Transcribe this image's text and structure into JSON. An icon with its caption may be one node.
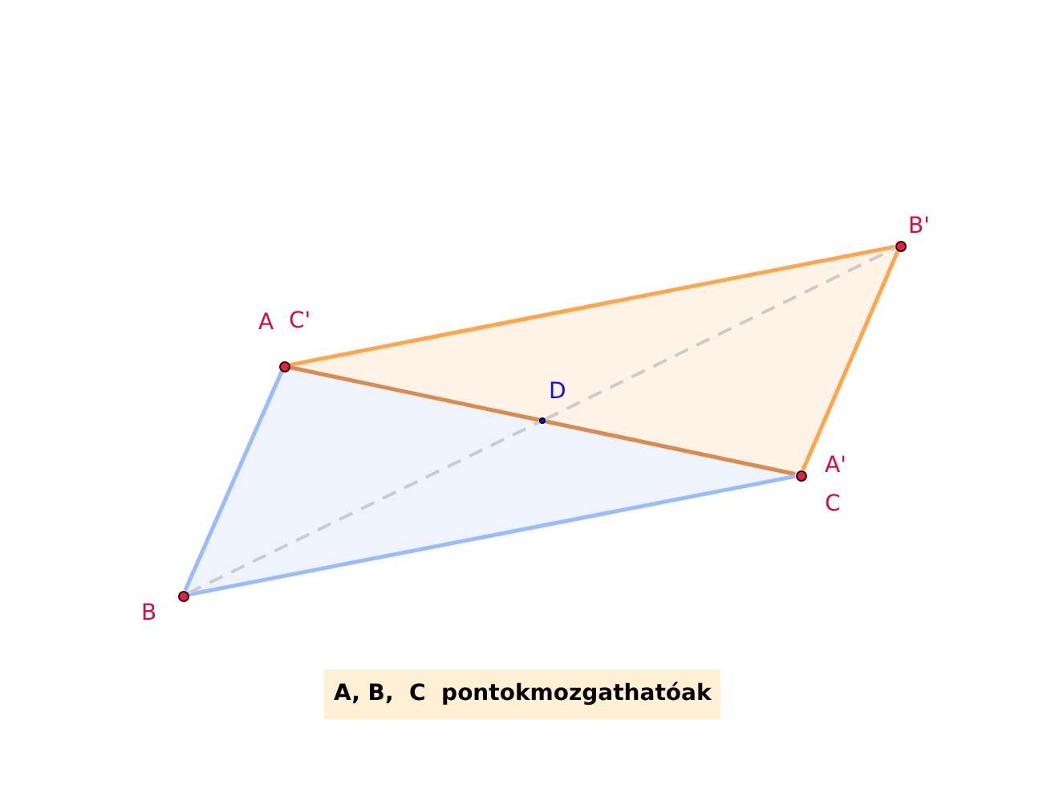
{
  "diagram": {
    "nodes": [
      {
        "text": [],
        "shape": "circle",
        "beside": [
          "A",
          "C'"
        ]
      },
      {
        "text": [],
        "shape": "circle",
        "beside": [
          "B'"
        ]
      },
      {
        "text": [],
        "shape": "circle",
        "beside": [
          "D"
        ]
      },
      {
        "text": [],
        "shape": "circle",
        "beside": [
          "A'",
          "C"
        ]
      },
      {
        "text": [],
        "shape": "circle",
        "beside": [
          "B"
        ]
      }
    ],
    "edges": [
      {
        "from": 0,
        "to": 1,
        "arrow": "none",
        "color": "#ffa64d"
      },
      {
        "from": 1,
        "to": 3,
        "arrow": "none",
        "color": "#ffa64d"
      },
      {
        "from": 0,
        "to": 3,
        "arrow": "none",
        "color": "#d98c4d"
      },
      {
        "from": 0,
        "to": 4,
        "arrow": "none",
        "color": "#99bbff"
      },
      {
        "from": 4,
        "to": 3,
        "arrow": "none",
        "color": "#99bbff"
      },
      {
        "from": 4,
        "to": 2,
        "arrow": "none",
        "color": "#cccccc",
        "style": "dashed"
      },
      {
        "from": 2,
        "to": 1,
        "arrow": "none",
        "color": "#cccccc",
        "style": "dashed"
      }
    ],
    "labels": [
      "A, B,  C  pontokmozgathatóak"
    ]
  }
}
